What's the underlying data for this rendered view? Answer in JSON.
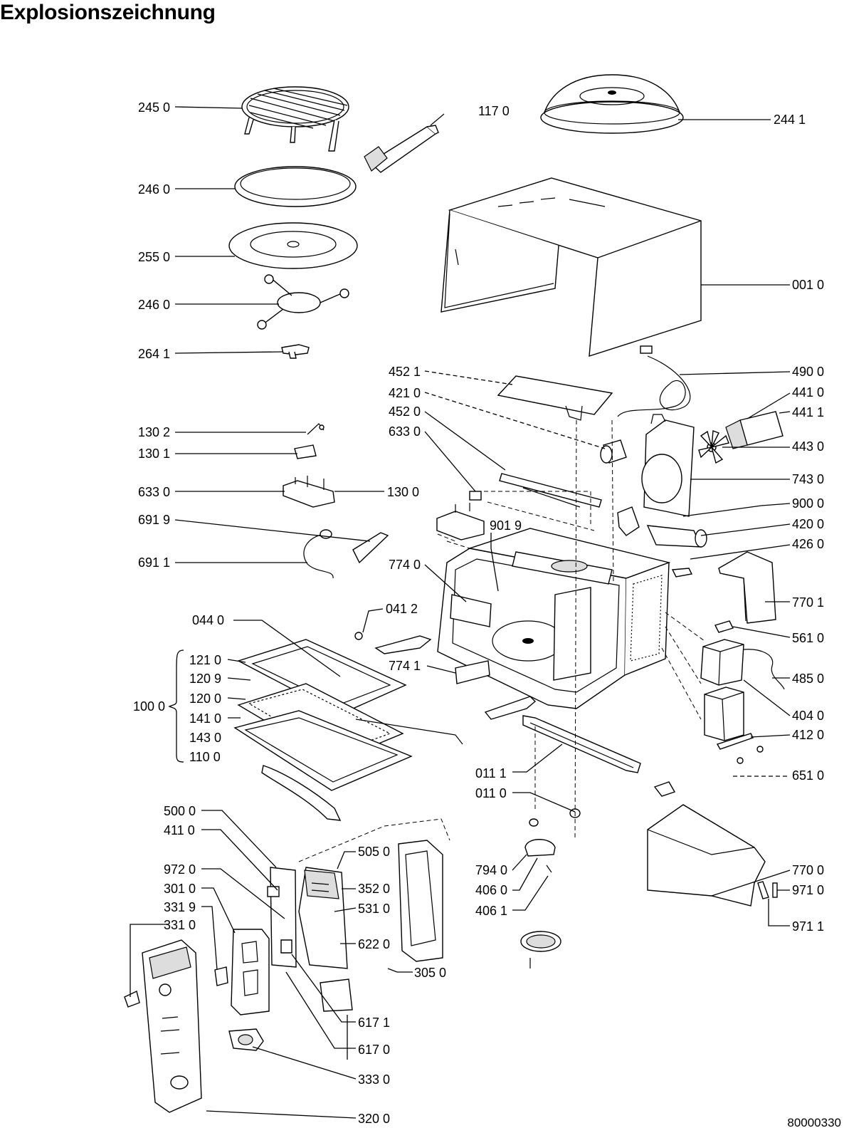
{
  "title": "Explosionszeichnung",
  "doc_number": "80000330",
  "labels": {
    "l2450": "245 0",
    "l1170": "117 0",
    "l2441": "244 1",
    "l2460a": "246 0",
    "l2550": "255 0",
    "l2460b": "246 0",
    "l0010": "001 0",
    "l2641": "264 1",
    "l4521": "452 1",
    "l4900": "490 0",
    "l4210": "421 0",
    "l4410": "441 0",
    "l4520": "452 0",
    "l4411": "441 1",
    "l6330a": "633 0",
    "l4430": "443 0",
    "l1302": "130 2",
    "l1301": "130 1",
    "l7430": "743 0",
    "l6330b": "633 0",
    "l1300": "130 0",
    "l9000": "900 0",
    "l6919": "691 9",
    "l9019": "901 9",
    "l4200": "420 0",
    "l4260": "426 0",
    "l6911": "691 1",
    "l7740": "774 0",
    "l7701": "770 1",
    "l0412": "041 2",
    "l0440": "044 0",
    "l5610": "561 0",
    "l1210": "121 0",
    "l7741": "774 1",
    "l1209": "120 9",
    "l4850": "485 0",
    "l1000": "100 0",
    "l1200": "120 0",
    "l4040": "404 0",
    "l1410": "141 0",
    "l1430": "143 0",
    "l4120": "412 0",
    "l1100": "110 0",
    "l0111": "011 1",
    "l6510": "651 0",
    "l0110": "011 0",
    "l5000": "500 0",
    "l4110": "411 0",
    "l5050": "505 0",
    "l9720": "972 0",
    "l3520": "352 0",
    "l7940": "794 0",
    "l7700": "770 0",
    "l3010": "301 0",
    "l4060": "406 0",
    "l9710": "971 0",
    "l5310": "531 0",
    "l3319": "331 9",
    "l4061": "406 1",
    "l3310": "331 0",
    "l9711": "971 1",
    "l6220": "622 0",
    "l3050": "305 0",
    "l6171": "617 1",
    "l6170": "617 0",
    "l3330": "333 0",
    "l3200": "320 0"
  },
  "icons": {
    "grill_rack": "grill-rack-icon",
    "dome_cover": "dome-cover-icon",
    "handle": "handle-icon",
    "crisp_plate": "crisp-plate-icon",
    "turntable": "glass-turntable-icon",
    "roller_ring": "roller-ring-icon",
    "coupler": "coupler-icon",
    "outer_casing": "outer-casing-icon",
    "cavity": "oven-cavity-icon",
    "door": "door-assembly-icon",
    "transformer": "transformer-icon",
    "fan": "fan-icon",
    "control_panel": "control-panel-icon",
    "pcb": "pcb-icon",
    "motor": "turntable-motor-icon"
  }
}
